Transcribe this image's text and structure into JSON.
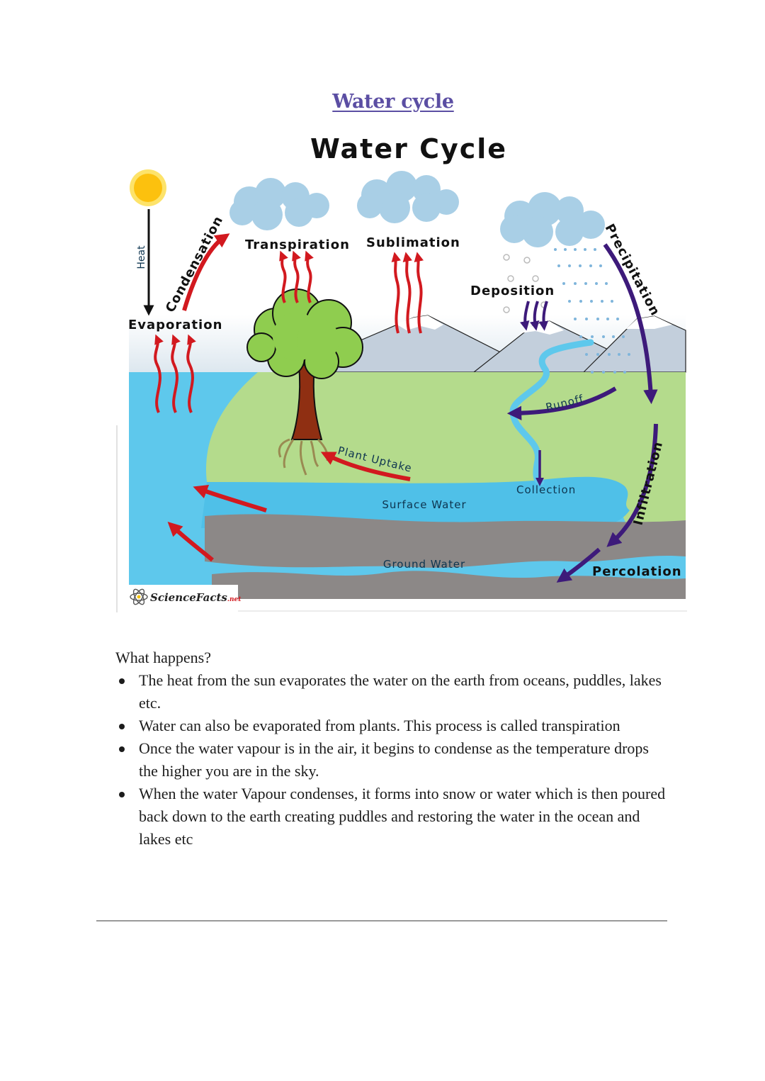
{
  "document": {
    "title": "Water cycle",
    "title_color": "#5b4ea3"
  },
  "diagram": {
    "title": "Water Cycle",
    "credit": "ScienceFacts",
    "credit_suffix": ".net",
    "labels": {
      "heat": "Heat",
      "evaporation": "Evaporation",
      "condensation": "Condensation",
      "transpiration": "Transpiration",
      "sublimation": "Sublimation",
      "deposition": "Deposition",
      "precipitation": "Precipitation",
      "runoff": "Runoff",
      "plant_uptake": "Plant Uptake",
      "collection": "Collection",
      "surface_water": "Surface Water",
      "ground_water": "Ground Water",
      "infiltration": "Infiltration",
      "percolation": "Percolation"
    },
    "colors": {
      "sky": "#eef3f7",
      "cloud": "#a9cfe6",
      "ocean": "#5ec8ec",
      "land": "#b4db8c",
      "mountain": "#c3cfdc",
      "rock": "#8c8887",
      "tree_foliage": "#8fcd4f",
      "tree_trunk": "#8f2f12",
      "warm_arrow": "#d2191f",
      "cool_arrow": "#3d1a7a",
      "sun": "#fcc10e"
    }
  },
  "content": {
    "heading": "What happens?",
    "bullets": [
      "The heat from the sun evaporates the water on the earth from oceans, puddles, lakes etc.",
      "Water can also be evaporated from plants. This process is called transpiration",
      "Once the water vapour is in the air, it begins to condense as the temperature drops the higher you are in the sky.",
      "When the water Vapour condenses, it forms into snow or water which is then poured back down to the earth creating puddles and restoring the water in the ocean and lakes etc"
    ]
  }
}
